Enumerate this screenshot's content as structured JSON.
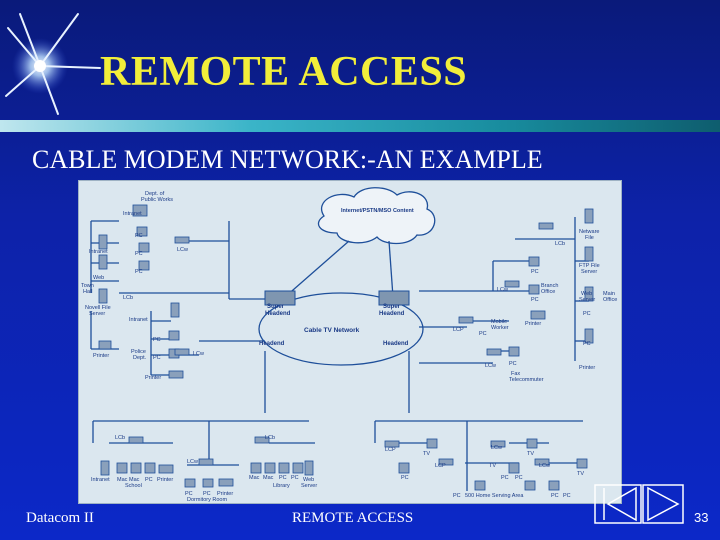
{
  "slide": {
    "title": "REMOTE ACCESS",
    "subtitle": "CABLE MODEM NETWORK:-AN EXAMPLE"
  },
  "footer": {
    "left": "Datacom II",
    "center": "REMOTE ACCESS",
    "page_number": "33"
  },
  "colors": {
    "title": "#f2ee3a",
    "background": "#0c22b0",
    "diagram_background": "#dbe7ef",
    "diagram_lines": "#1e4f9a",
    "diagram_text": "#1a3a86"
  },
  "diagram": {
    "cloud_label": "Internet/PSTN/MSO Content",
    "network_label": "Cable  TV Network",
    "super_headend": "Super\nHeadend",
    "headend": "Headend",
    "left_labels": [
      "Dept. of\nPublic Works",
      "Intranet",
      "PC",
      "LCw",
      "Intranet",
      "Web",
      "PC",
      "PC",
      "Town\nHall",
      "LCb",
      "Novell File\nServer",
      "Printer",
      "Intranet",
      "PC",
      "PC",
      "Police\nDept.",
      "LCw",
      "Printer"
    ],
    "right_labels": [
      "LCb",
      "Netware\nFile",
      "FTP File\nServer",
      "PC",
      "LCw",
      "Branch\nOffice",
      "PC",
      "Web\nServer",
      "Main\nOffice",
      "PC",
      "LCP",
      "Mobile\nWorker",
      "PC",
      "Printer",
      "PC",
      "LCw",
      "Fax\nTelecommuter",
      "PC",
      "Printer"
    ],
    "bottom_labels": [
      "LCb",
      "LCb",
      "LCw",
      "Intranet",
      "Mac",
      "Mac\nSchool",
      "PC",
      "Printer",
      "Mac",
      "Mac",
      "PC",
      "PC\nLibrary",
      "Web\nServer",
      "PC",
      "PC",
      "Printer",
      "Dormitory Room",
      "LCP",
      "TV",
      "LCw",
      "LCP",
      "TV",
      "TV",
      "LCw",
      "TV",
      "PC",
      "PC",
      "PC",
      "PC",
      "500 Home Serving Area",
      "PC",
      "PC"
    ]
  }
}
